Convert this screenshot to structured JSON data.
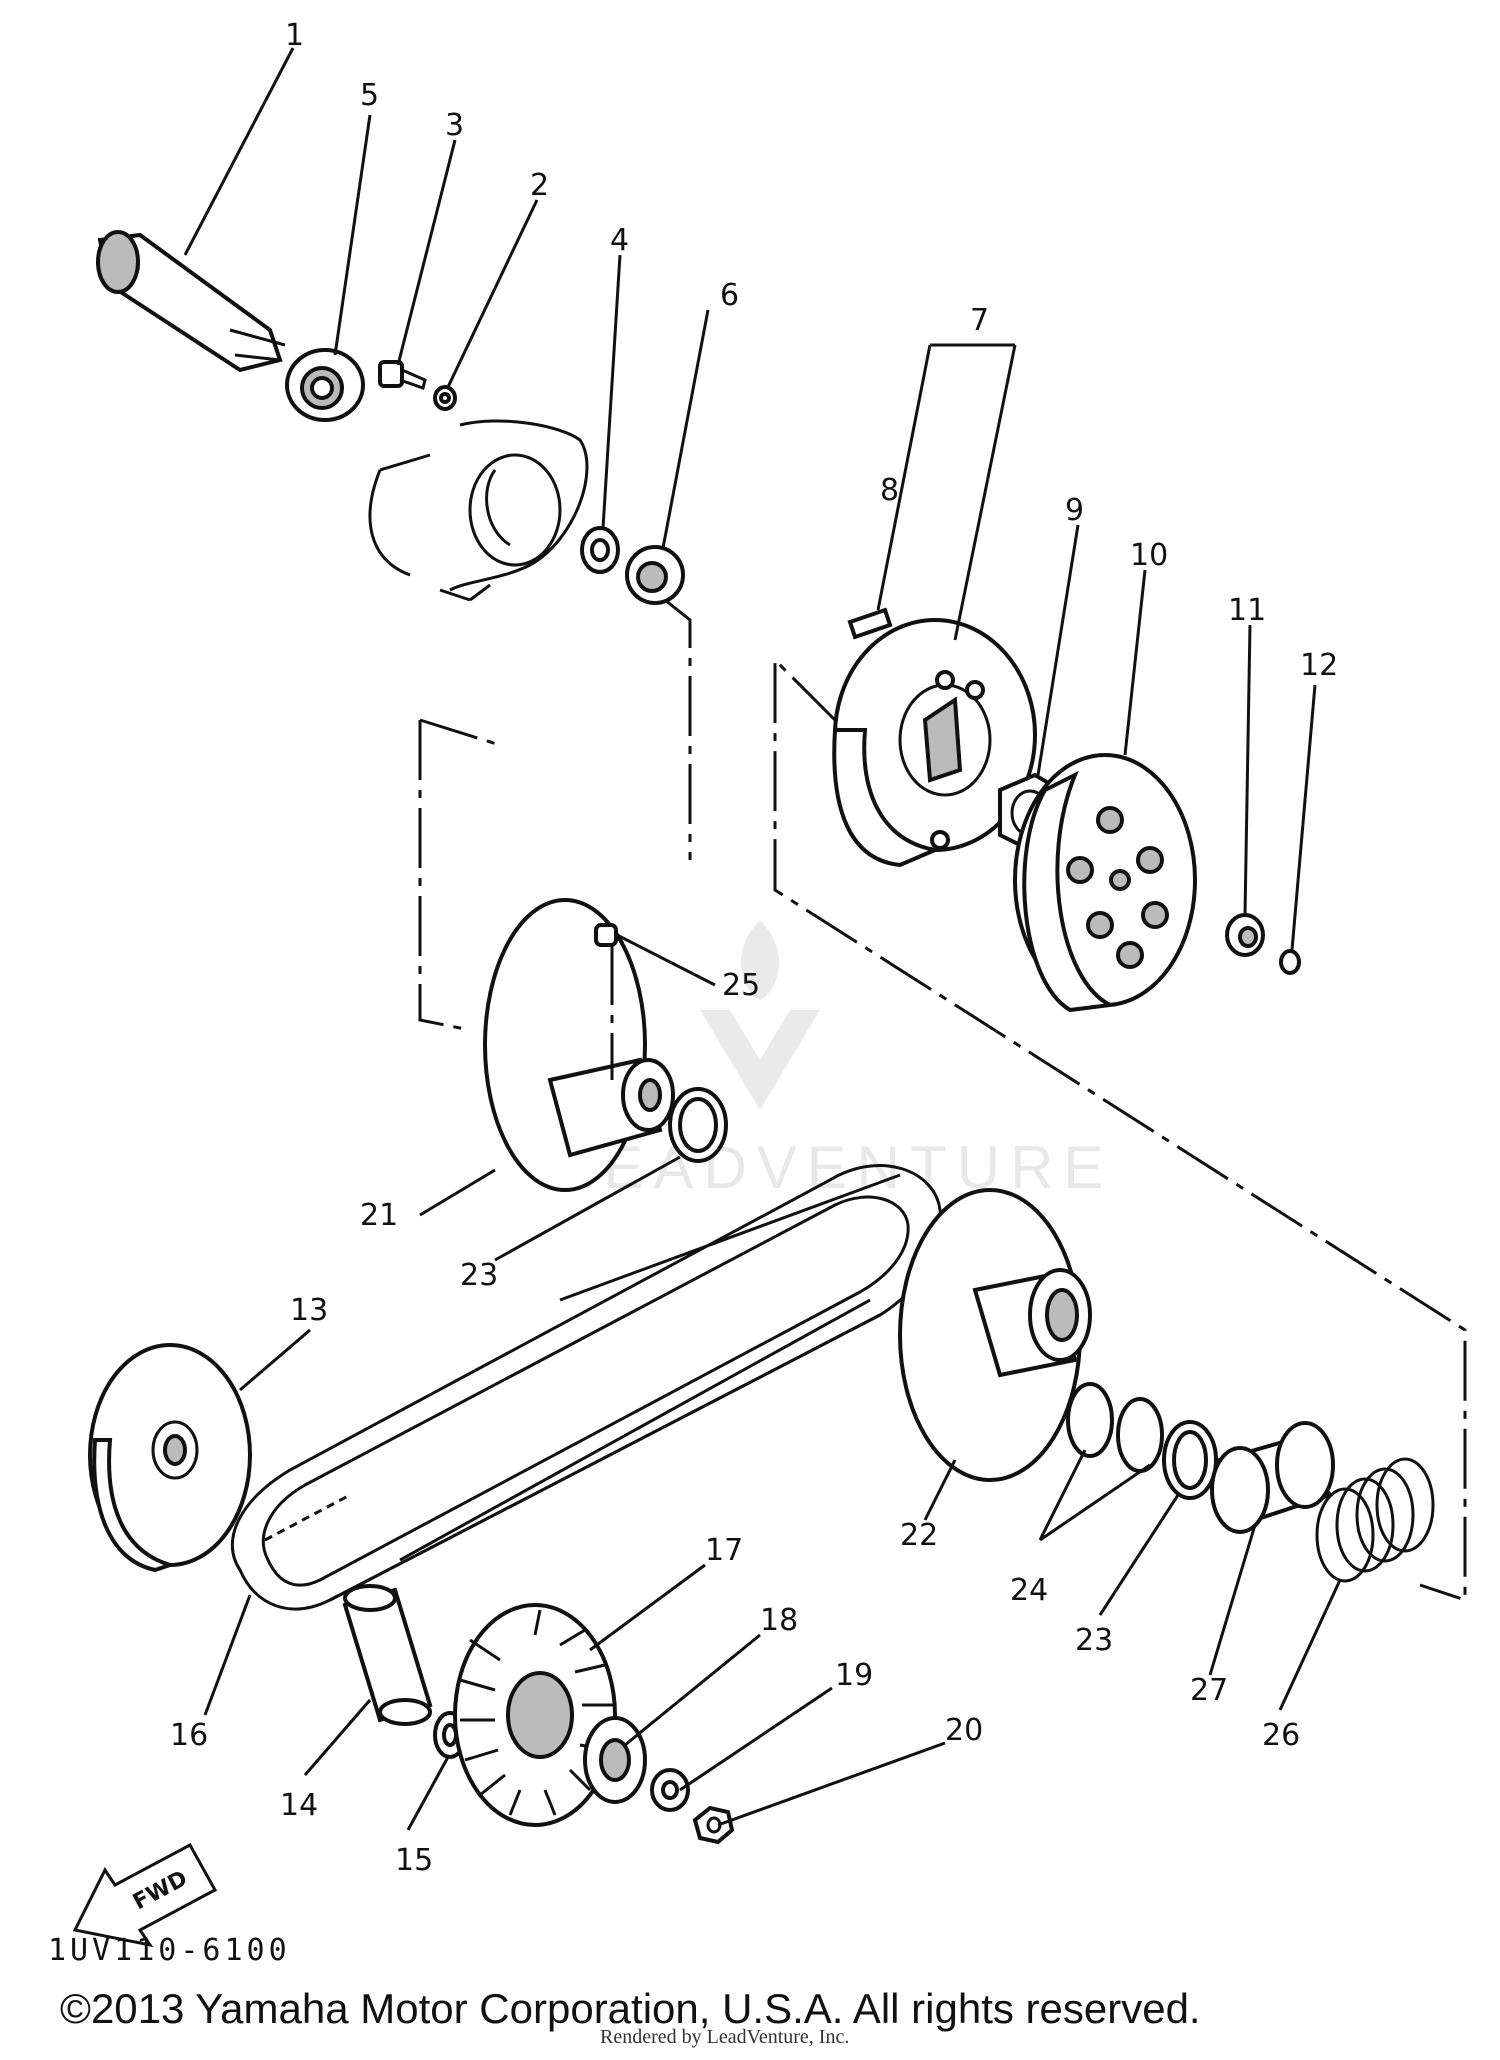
{
  "diagram": {
    "callouts": [
      "1",
      "5",
      "3",
      "2",
      "4",
      "6",
      "7",
      "8",
      "9",
      "10",
      "11",
      "12",
      "25",
      "21",
      "23",
      "13",
      "22",
      "24",
      "23",
      "27",
      "26",
      "17",
      "18",
      "19",
      "20",
      "16",
      "14",
      "15"
    ],
    "fwd_label": "FWD",
    "diagram_code": "1UV110-6100",
    "watermark_text": "LEADVENTURE"
  },
  "footer": {
    "copyright": "©2013 Yamaha Motor Corporation, U.S.A. All rights reserved.",
    "rendered_by": "Rendered by LeadVenture, Inc."
  }
}
